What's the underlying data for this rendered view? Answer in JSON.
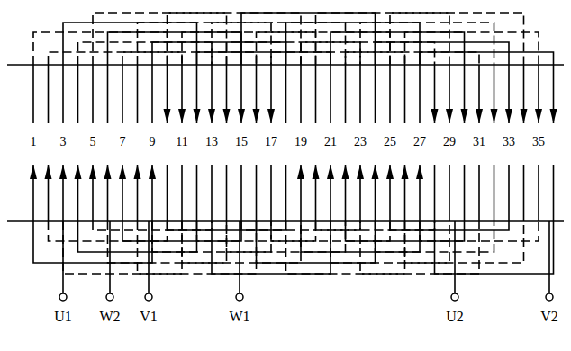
{
  "diagram": {
    "labels": [
      "1",
      "3",
      "5",
      "7",
      "9",
      "11",
      "13",
      "15",
      "17",
      "19",
      "21",
      "23",
      "25",
      "27",
      "29",
      "31",
      "33",
      "35",
      "U1",
      "W2",
      "V1",
      "W1",
      "U2",
      "V2"
    ]
  }
}
